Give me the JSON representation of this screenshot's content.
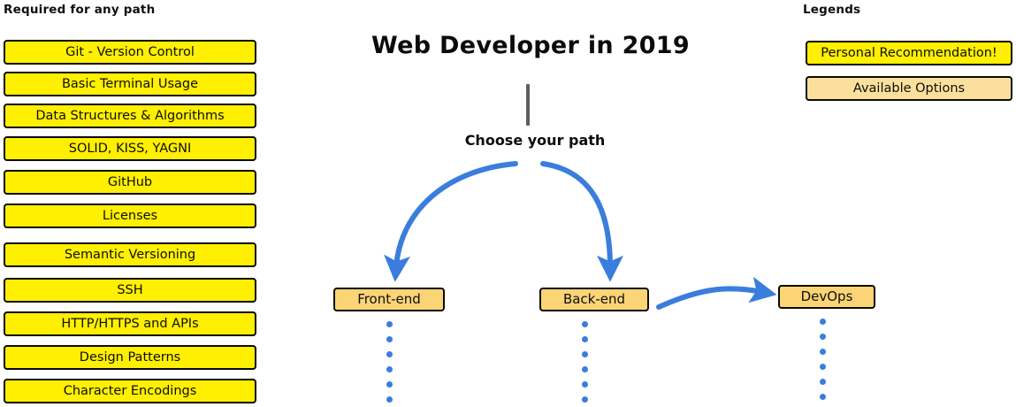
{
  "title": "Web Developer in 2019",
  "colors": {
    "recommendation_yellow": "#ffef00",
    "available_tan": "#fbd476",
    "legend_tan_light": "#fbdf9c",
    "arrow_blue": "#3b7ddd",
    "trunk_gray": "#5e5e5e",
    "outline_black": "#090909"
  },
  "required_section": {
    "heading": "Required for any path",
    "items": [
      {
        "label": "Git - Version Control"
      },
      {
        "label": "Basic Terminal Usage"
      },
      {
        "label": "Data Structures & Algorithms"
      },
      {
        "label": "SOLID, KISS, YAGNI"
      },
      {
        "label": "GitHub"
      },
      {
        "label": "Licenses"
      },
      {
        "label": "Semantic Versioning"
      },
      {
        "label": "SSH"
      },
      {
        "label": "HTTP/HTTPS and APIs"
      },
      {
        "label": "Design Patterns"
      },
      {
        "label": "Character Encodings"
      }
    ]
  },
  "legends_section": {
    "heading": "Legends",
    "items": [
      {
        "label": "Personal Recommendation!",
        "style": "yellow"
      },
      {
        "label": "Available Options",
        "style": "tan-light"
      }
    ]
  },
  "center": {
    "choose_label": "Choose your path",
    "paths": [
      {
        "label": "Front-end",
        "dots": 6
      },
      {
        "label": "Back-end",
        "dots": 6
      },
      {
        "label": "DevOps",
        "dots": 7
      }
    ]
  }
}
